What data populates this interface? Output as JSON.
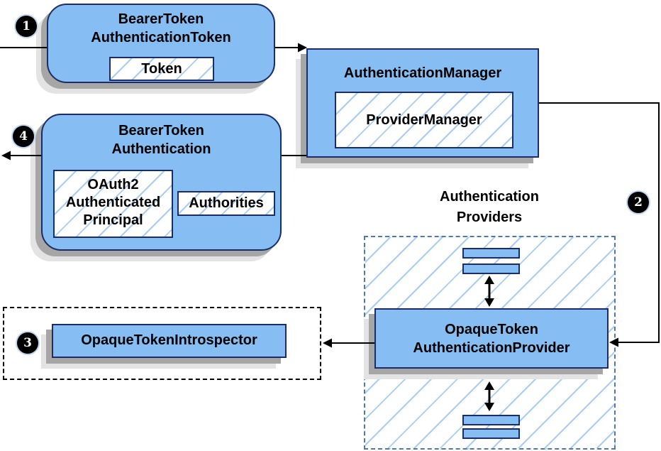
{
  "colors": {
    "node_fill": "#86BDF2",
    "node_border": "#1B2C66",
    "hatch_line": "#A9CCF1",
    "shadow_dark": "#A6A6A6",
    "shadow_light": "#E3E3E3",
    "providers_dash_border": "#4D7AA8",
    "introspector_dash_border": "#000000",
    "connector": "#000000",
    "badge_bg": "#000000",
    "badge_text": "#FFFFFF"
  },
  "badges": {
    "step1": "1",
    "step2": "2",
    "step3": "3",
    "step4": "4"
  },
  "nodes": {
    "bearer_token_authentication_token": {
      "title_line1": "BearerToken",
      "title_line2": "AuthenticationToken",
      "token_label": "Token"
    },
    "authentication_manager": {
      "title": "AuthenticationManager",
      "provider_manager_label": "ProviderManager"
    },
    "bearer_token_authentication": {
      "title_line1": "BearerToken",
      "title_line2": "Authentication",
      "principal_line1": "OAuth2",
      "principal_line2": "Authenticated",
      "principal_line3": "Principal",
      "authorities_label": "Authorities"
    },
    "authentication_providers": {
      "title_line1": "Authentication",
      "title_line2": "Providers"
    },
    "opaque_token_authentication_provider": {
      "title_line1": "OpaqueToken",
      "title_line2": "AuthenticationProvider"
    },
    "opaque_token_introspector": {
      "title": "OpaqueTokenIntrospector"
    }
  }
}
